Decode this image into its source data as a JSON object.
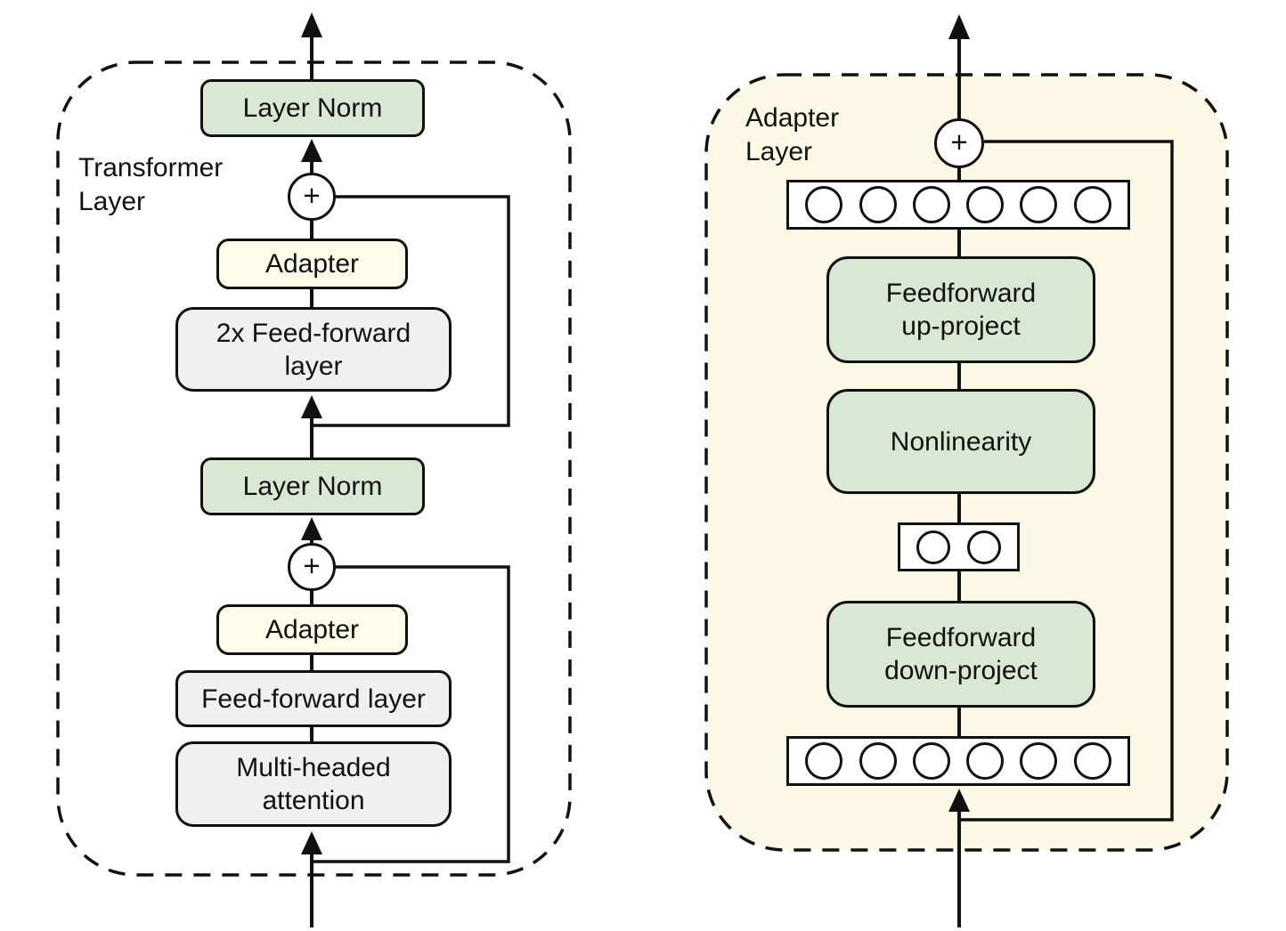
{
  "figure": {
    "left_panel": {
      "label": "Transformer\nLayer",
      "boxes": {
        "layer_norm_top": "Layer Norm",
        "adapter_top": "Adapter",
        "feedforward_2x": "2x Feed-forward\nlayer",
        "layer_norm_mid": "Layer Norm",
        "adapter_bottom": "Adapter",
        "feedforward": "Feed-forward layer",
        "multi_headed_attention": "Multi-headed\nattention"
      },
      "plus_top": "+",
      "plus_bottom": "+"
    },
    "right_panel": {
      "label": "Adapter\nLayer",
      "boxes": {
        "up_project": "Feedforward\nup-project",
        "nonlinearity": "Nonlinearity",
        "down_project": "Feedforward\ndown-project"
      },
      "plus": "+",
      "feature_rows": {
        "top_count": 6,
        "bottleneck_count": 2,
        "bottom_count": 6
      }
    },
    "colors": {
      "box_green": "#d9e8d2",
      "box_cream": "#fdfce9",
      "box_gray": "#f0f0f1",
      "panel_yellow": "#fbf8e5",
      "line": "#111111"
    }
  }
}
